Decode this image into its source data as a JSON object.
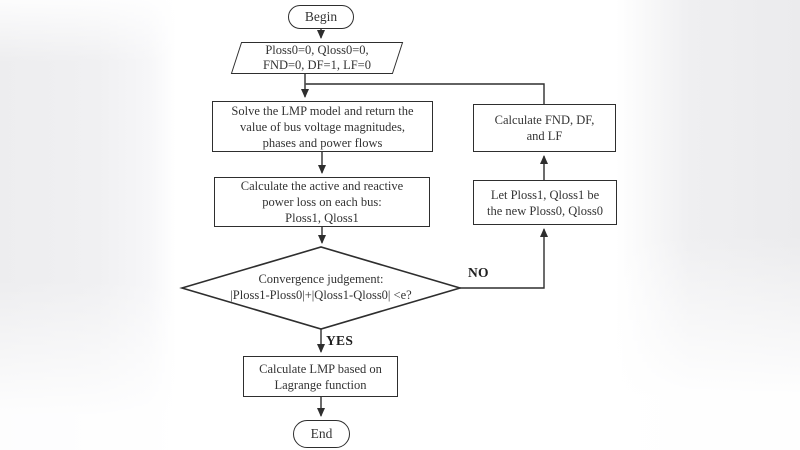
{
  "flowchart": {
    "nodes": {
      "begin": {
        "type": "terminator",
        "label": "Begin"
      },
      "init": {
        "type": "data",
        "label": "Ploss0=0, Qloss0=0,\nFND=0, DF=1, LF=0"
      },
      "solve": {
        "type": "process",
        "label": "Solve the LMP model and return the\nvalue of bus voltage magnitudes,\nphases and power flows"
      },
      "loss": {
        "type": "process",
        "label": "Calculate the active and reactive\npower loss on each bus:\nPloss1, Qloss1"
      },
      "decision": {
        "type": "decision",
        "label": "Convergence judgement:\n|Ploss1-Ploss0|+|Qloss1-Qloss0| <e?"
      },
      "lmp": {
        "type": "process",
        "label": "Calculate LMP based on\nLagrange function"
      },
      "end": {
        "type": "terminator",
        "label": "End"
      },
      "update": {
        "type": "process",
        "label": "Let Ploss1, Qloss1 be\nthe new Ploss0, Qloss0"
      },
      "fnd": {
        "type": "process",
        "label": "Calculate FND, DF,\nand LF"
      }
    },
    "edge_labels": {
      "no": "NO",
      "yes": "YES"
    },
    "colors": {
      "line": "#2e2e2e",
      "text": "#333333",
      "node_fill": "#ffffff",
      "background": "#ffffff",
      "blur_edge": "#ededef"
    }
  }
}
